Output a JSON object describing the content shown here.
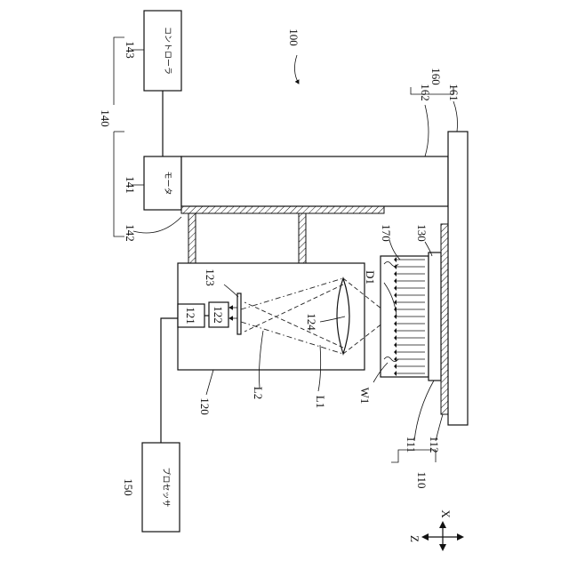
{
  "figure": {
    "system_ref": "100",
    "controller": {
      "ref": "143",
      "text": "コントローラ"
    },
    "drive_group_ref": "140",
    "motor": {
      "ref": "141",
      "text": "モータ"
    },
    "rail_ref": "142",
    "processor": {
      "ref": "150",
      "text": "プロセッサ"
    },
    "stage_group_ref": "160",
    "stage_arm_ref": "162",
    "stage_base_ref": "161",
    "optics_housing_ref": "120",
    "sensor_ref": "121",
    "sensor2_ref": "122",
    "mask_ref": "123",
    "lens_ref": "124",
    "light_path_2": "L2",
    "light_path_1": "L1",
    "cover_ref": "170",
    "plate_ref": "130",
    "distance_ref": "D1",
    "wafer_ref": "W1",
    "carrier_group_ref": "110",
    "carrier_top_ref": "111",
    "carrier_bottom_ref": "112",
    "axis_x": "X",
    "axis_z": "Z"
  }
}
